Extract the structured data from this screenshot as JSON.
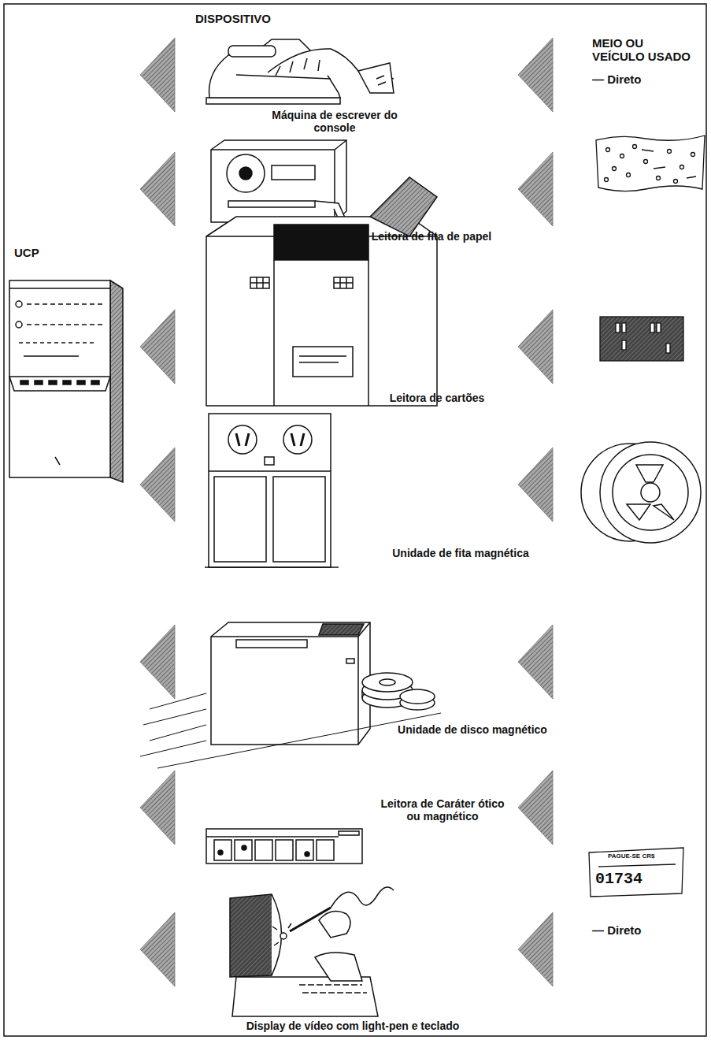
{
  "diagram": {
    "nodes": [
      {
        "text": [
          "UCP"
        ]
      },
      {
        "text": [
          "Máquina de escrever do console"
        ]
      },
      {
        "text": [
          "Leitora de fita de papel"
        ]
      },
      {
        "text": [
          "Leitora de cartões"
        ]
      },
      {
        "text": [
          "Unidade de fita magnética"
        ]
      },
      {
        "text": [
          "Unidade de disco magnético"
        ]
      },
      {
        "text": [
          "Leitora de Caráter ótico ou magnético"
        ]
      },
      {
        "text": [
          "Display de vídeo com light-pen e teclado"
        ]
      }
    ],
    "labels": [
      "DISPOSITIVO",
      "MEIO OU VEÍCULO USADO",
      "— Direto",
      "— Direto",
      "PAGUE-SE CR$",
      "01734"
    ]
  }
}
